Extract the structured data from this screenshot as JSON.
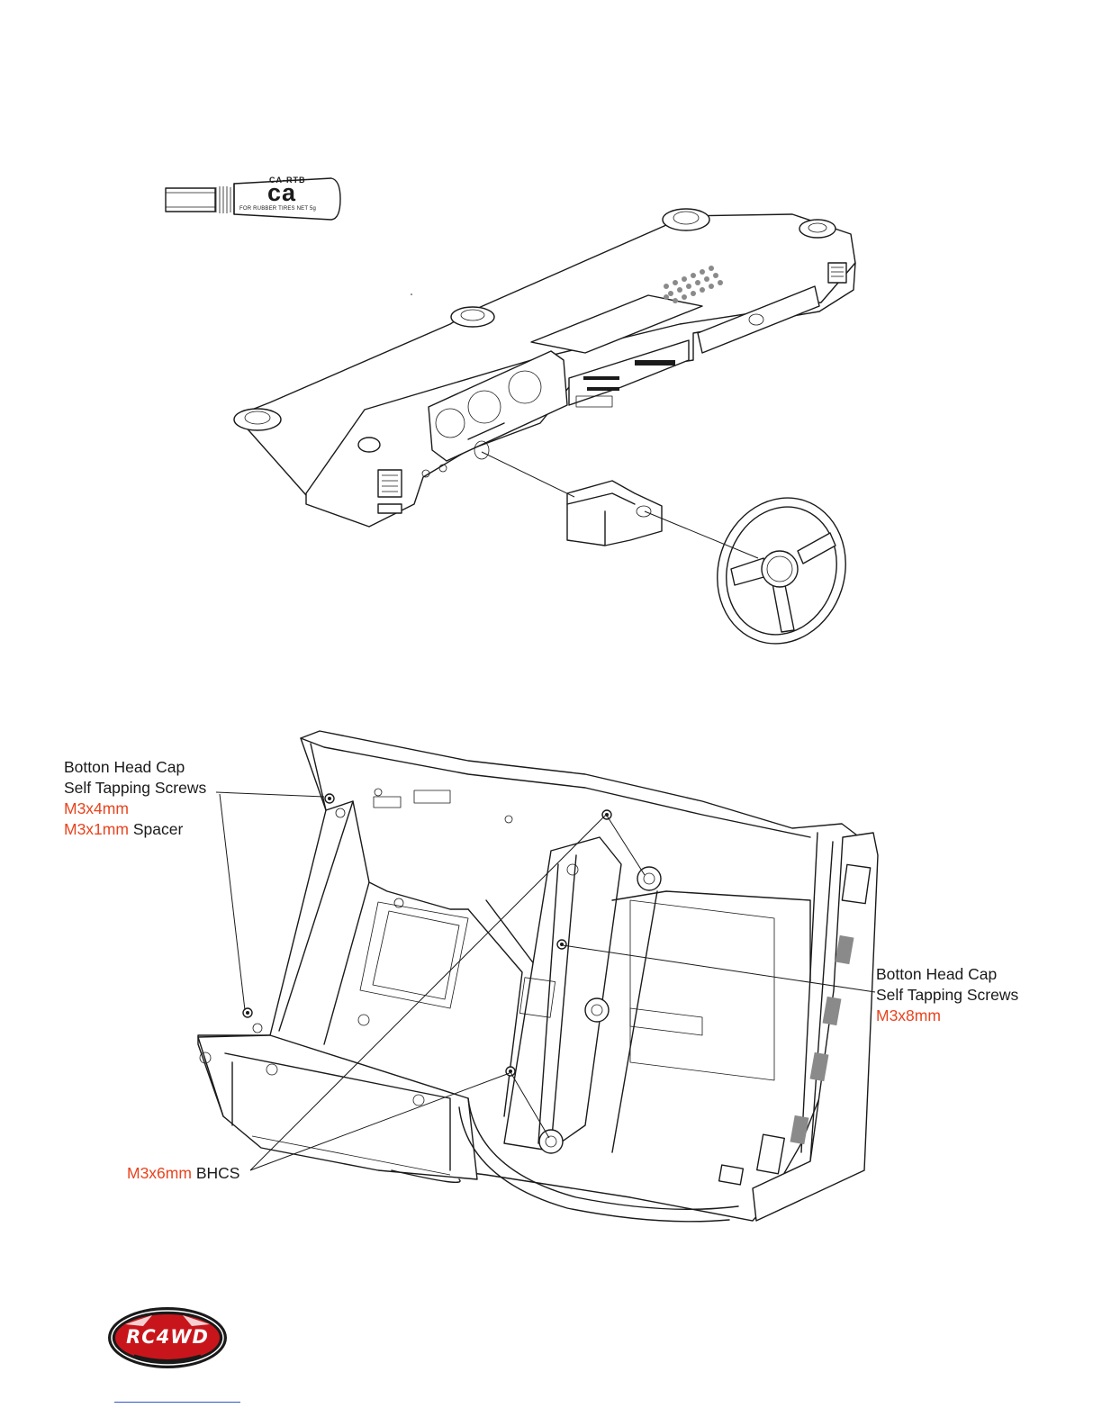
{
  "glue_tube": {
    "brand": "CA-RTB",
    "big_text": "ca",
    "small_text": "FOR RUBBER TIRES   NET 5g"
  },
  "callouts": {
    "rear_screws": {
      "line1": "Botton Head Cap",
      "line2": "Self Tapping Screws",
      "size": "M3x4mm",
      "spacer_size": "M3x1mm",
      "spacer_label": "Spacer"
    },
    "side_screws": {
      "line1": "Botton Head Cap",
      "line2": "Self Tapping Screws",
      "size": "M3x8mm"
    },
    "bhcs": {
      "size": "M3x6mm",
      "label": "BHCS"
    }
  },
  "logo": {
    "text": "RC4WD"
  },
  "colors": {
    "accent": "#e8431e",
    "ink": "#1a1a1a",
    "logo_red": "#c8151b",
    "footer_link": "#3355cc"
  }
}
